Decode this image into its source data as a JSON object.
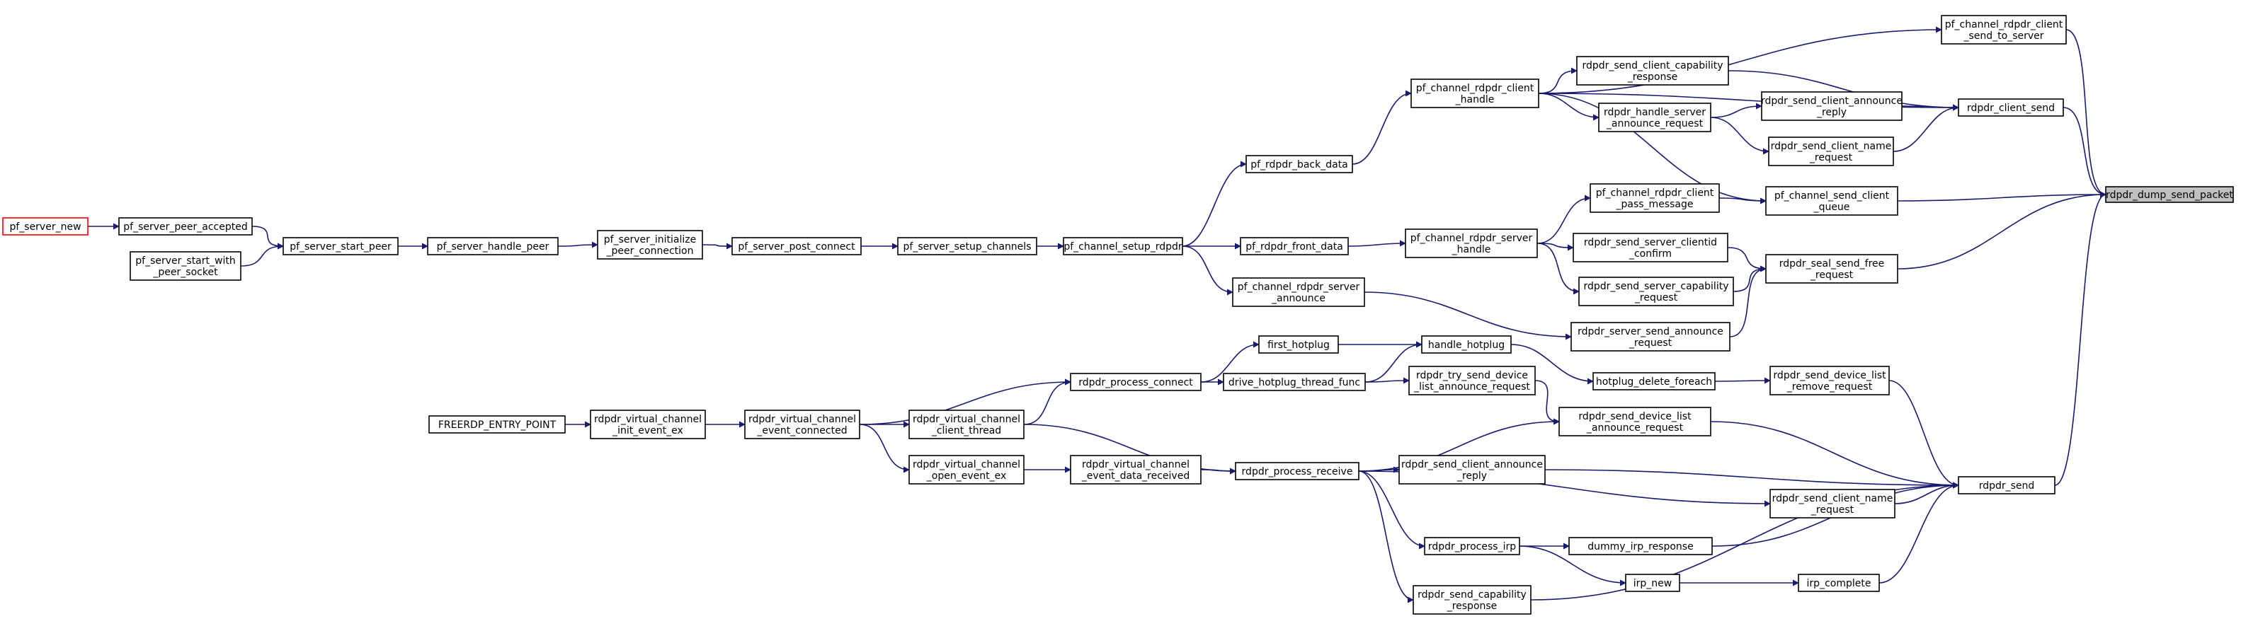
{
  "colors": {
    "edge": "#191970",
    "root_fill": "#bfbfbf",
    "leaf_border": "#ff0000",
    "node_border": "#000000"
  },
  "nodes": [
    {
      "id": "dump",
      "lines": [
        "rdpdr_dump_send_packet"
      ],
      "style": "root"
    },
    {
      "id": "to_server",
      "lines": [
        "pf_channel_rdpdr_client",
        "_send_to_server"
      ]
    },
    {
      "id": "client_send",
      "lines": [
        "rdpdr_client_send"
      ]
    },
    {
      "id": "send_client_queue",
      "lines": [
        "pf_channel_send_client",
        "_queue"
      ]
    },
    {
      "id": "seal",
      "lines": [
        "rdpdr_seal_send_free",
        "_request"
      ]
    },
    {
      "id": "rdpdr_send",
      "lines": [
        "rdpdr_send"
      ]
    },
    {
      "id": "client_handle",
      "lines": [
        "pf_channel_rdpdr_client",
        "_handle"
      ]
    },
    {
      "id": "cap_resp",
      "lines": [
        "rdpdr_send_client_capability",
        "_response"
      ]
    },
    {
      "id": "handle_srv_ann",
      "lines": [
        "rdpdr_handle_server",
        "_announce_request"
      ]
    },
    {
      "id": "ann_reply_a",
      "lines": [
        "rdpdr_send_client_announce",
        "_reply"
      ]
    },
    {
      "id": "name_req_a",
      "lines": [
        "rdpdr_send_client_name",
        "_request"
      ]
    },
    {
      "id": "pass_msg",
      "lines": [
        "pf_channel_rdpdr_client",
        "_pass_message"
      ]
    },
    {
      "id": "clientid",
      "lines": [
        "rdpdr_send_server_clientid",
        "_confirm"
      ]
    },
    {
      "id": "srv_cap",
      "lines": [
        "rdpdr_send_server_capability",
        "_request"
      ]
    },
    {
      "id": "srv_ann",
      "lines": [
        "rdpdr_server_send_announce",
        "_request"
      ]
    },
    {
      "id": "server_handle",
      "lines": [
        "pf_channel_rdpdr_server",
        "_handle"
      ]
    },
    {
      "id": "back_data",
      "lines": [
        "pf_rdpdr_back_data"
      ]
    },
    {
      "id": "front_data",
      "lines": [
        "pf_rdpdr_front_data"
      ]
    },
    {
      "id": "srv_announce",
      "lines": [
        "pf_channel_rdpdr_server",
        "_announce"
      ]
    },
    {
      "id": "setup_rdpdr",
      "lines": [
        "pf_channel_setup_rdpdr"
      ]
    },
    {
      "id": "setup_channels",
      "lines": [
        "pf_server_setup_channels"
      ]
    },
    {
      "id": "post_connect",
      "lines": [
        "pf_server_post_connect"
      ]
    },
    {
      "id": "init_peer",
      "lines": [
        "pf_server_initialize",
        "_peer_connection"
      ]
    },
    {
      "id": "handle_peer",
      "lines": [
        "pf_server_handle_peer"
      ]
    },
    {
      "id": "start_peer",
      "lines": [
        "pf_server_start_peer"
      ]
    },
    {
      "id": "peer_accepted",
      "lines": [
        "pf_server_peer_accepted"
      ]
    },
    {
      "id": "start_with",
      "lines": [
        "pf_server_start_with",
        "_peer_socket"
      ]
    },
    {
      "id": "server_new",
      "lines": [
        "pf_server_new"
      ],
      "style": "leaf"
    },
    {
      "id": "dev_remove",
      "lines": [
        "rdpdr_send_device_list",
        "_remove_request"
      ]
    },
    {
      "id": "hotplug_del",
      "lines": [
        "hotplug_delete_foreach"
      ]
    },
    {
      "id": "handle_hotplug",
      "lines": [
        "handle_hotplug"
      ]
    },
    {
      "id": "first_hotplug",
      "lines": [
        "first_hotplug"
      ]
    },
    {
      "id": "drive_thread",
      "lines": [
        "drive_hotplug_thread_func"
      ]
    },
    {
      "id": "try_send",
      "lines": [
        "rdpdr_try_send_device",
        "_list_announce_request"
      ]
    },
    {
      "id": "dev_announce",
      "lines": [
        "rdpdr_send_device_list",
        "_announce_request"
      ]
    },
    {
      "id": "proc_connect",
      "lines": [
        "rdpdr_process_connect"
      ]
    },
    {
      "id": "client_thread",
      "lines": [
        "rdpdr_virtual_channel",
        "_client_thread"
      ]
    },
    {
      "id": "event_connected",
      "lines": [
        "rdpdr_virtual_channel",
        "_event_connected"
      ]
    },
    {
      "id": "init_event",
      "lines": [
        "rdpdr_virtual_channel",
        "_init_event_ex"
      ]
    },
    {
      "id": "entry_point",
      "lines": [
        "FREERDP_ENTRY_POINT"
      ]
    },
    {
      "id": "open_event",
      "lines": [
        "rdpdr_virtual_channel",
        "_open_event_ex"
      ]
    },
    {
      "id": "data_received",
      "lines": [
        "rdpdr_virtual_channel",
        "_event_data_received"
      ]
    },
    {
      "id": "proc_receive",
      "lines": [
        "rdpdr_process_receive"
      ]
    },
    {
      "id": "ann_reply_b",
      "lines": [
        "rdpdr_send_client_announce",
        "_reply"
      ]
    },
    {
      "id": "name_req_b",
      "lines": [
        "rdpdr_send_client_name",
        "_request"
      ]
    },
    {
      "id": "proc_irp",
      "lines": [
        "rdpdr_process_irp"
      ]
    },
    {
      "id": "dummy_irp",
      "lines": [
        "dummy_irp_response"
      ]
    },
    {
      "id": "irp_new",
      "lines": [
        "irp_new"
      ]
    },
    {
      "id": "irp_complete",
      "lines": [
        "irp_complete"
      ]
    },
    {
      "id": "cap_response",
      "lines": [
        "rdpdr_send_capability",
        "_response"
      ]
    }
  ]
}
